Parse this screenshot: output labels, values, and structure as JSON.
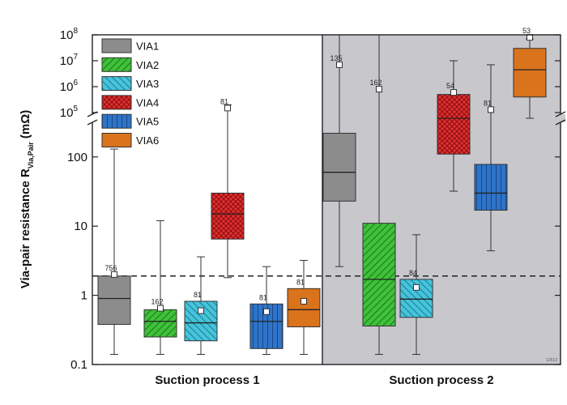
{
  "chart_data": {
    "type": "box",
    "ylabel": "Via-pair resistance R",
    "ylabel_subscript": "Via,Pair",
    "ylabel_unit": " (mΩ)",
    "yscale": "log",
    "ylim": [
      0.1,
      100000000
    ],
    "axis_break": [
      300,
      100000
    ],
    "y_ticks": [
      {
        "value": 0.1,
        "label": "0.1"
      },
      {
        "value": 1,
        "label": "1"
      },
      {
        "value": 10,
        "label": "10"
      },
      {
        "value": 100,
        "label": "100"
      },
      {
        "value": 100000,
        "label": "10",
        "exp": "5"
      },
      {
        "value": 1000000,
        "label": "10",
        "exp": "6"
      },
      {
        "value": 10000000,
        "label": "10",
        "exp": "7"
      },
      {
        "value": 100000000,
        "label": "10",
        "exp": "8"
      }
    ],
    "reference_line": 1.9,
    "groups": [
      "Suction process 1",
      "Suction process 2"
    ],
    "legend": [
      "VIA1",
      "VIA2",
      "VIA3",
      "VIA4",
      "VIA5",
      "VIA6"
    ],
    "figure_id": "12613",
    "boxes": [
      {
        "group": "Suction process 1",
        "series": "VIA1",
        "count": "756",
        "whisker_low": 0.14,
        "q1": 0.38,
        "median": 0.9,
        "q3": 1.9,
        "whisker_high": 130,
        "mean": 2.0
      },
      {
        "group": "Suction process 1",
        "series": "VIA2",
        "count": "162",
        "whisker_low": 0.14,
        "q1": 0.25,
        "median": 0.42,
        "q3": 0.62,
        "whisker_high": 12,
        "mean": 0.65
      },
      {
        "group": "Suction process 1",
        "series": "VIA3",
        "count": "81",
        "whisker_low": 0.14,
        "q1": 0.22,
        "median": 0.4,
        "q3": 0.82,
        "whisker_high": 3.6,
        "mean": 0.6
      },
      {
        "group": "Suction process 1",
        "series": "VIA4",
        "count": "81",
        "whisker_low": 1.8,
        "q1": 6.5,
        "median": 15,
        "q3": 30,
        "whisker_high": 200000,
        "mean": 150000
      },
      {
        "group": "Suction process 1",
        "series": "VIA5",
        "count": "81",
        "whisker_low": 0.14,
        "q1": 0.17,
        "median": 0.42,
        "q3": 0.75,
        "whisker_high": 2.6,
        "mean": 0.58
      },
      {
        "group": "Suction process 1",
        "series": "VIA6",
        "count": "81",
        "whisker_low": 0.14,
        "q1": 0.35,
        "median": 0.62,
        "q3": 1.25,
        "whisker_high": 3.2,
        "mean": 0.82
      },
      {
        "group": "Suction process 2",
        "series": "VIA1",
        "count": "135",
        "whisker_low": 2.6,
        "q1": 23,
        "median": 60,
        "q3": 220,
        "whisker_high": 100000000,
        "mean": 7000000
      },
      {
        "group": "Suction process 2",
        "series": "VIA2",
        "count": "162",
        "whisker_low": 0.14,
        "q1": 0.36,
        "median": 1.7,
        "q3": 11,
        "whisker_high": 100000000,
        "mean": 800000
      },
      {
        "group": "Suction process 2",
        "series": "VIA3",
        "count": "84",
        "whisker_low": 0.14,
        "q1": 0.48,
        "median": 0.88,
        "q3": 1.7,
        "whisker_high": 7.5,
        "mean": 1.3
      },
      {
        "group": "Suction process 2",
        "series": "VIA4",
        "count": "54",
        "whisker_low": 32,
        "q1": 110,
        "median": 1000,
        "q3": 500000,
        "whisker_high": 10000000,
        "mean": 600000
      },
      {
        "group": "Suction process 2",
        "series": "VIA5",
        "count": "81",
        "whisker_low": 4.4,
        "q1": 17,
        "median": 30,
        "q3": 78,
        "whisker_high": 7000000,
        "mean": 130000
      },
      {
        "group": "Suction process 2",
        "series": "VIA6",
        "count": "53",
        "whisker_low": 30000,
        "q1": 400000,
        "median": 4500000,
        "q3": 30000000,
        "whisker_high": 70000000,
        "mean": 80000000
      }
    ]
  },
  "colors": {
    "VIA1": "#8c8c8c",
    "VIA2": "#3fc23a",
    "VIA3": "#46c4dc",
    "VIA4": "#e23030",
    "VIA5": "#2f74c8",
    "VIA6": "#d9731c",
    "panel2_bg": "#c7c7cc",
    "frame": "#222222"
  }
}
